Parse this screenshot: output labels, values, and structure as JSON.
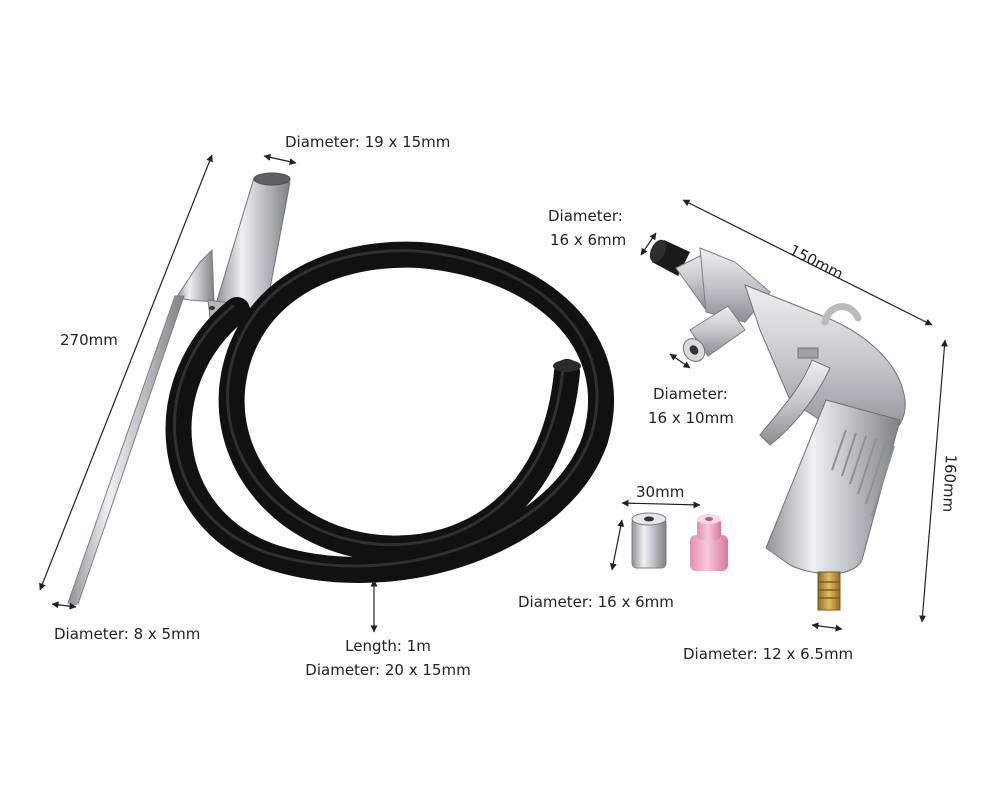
{
  "labels": {
    "probe_top_diameter": "Diameter: 19 x 15mm",
    "probe_length": "270mm",
    "probe_tip_diameter": "Diameter: 8 x 5mm",
    "hose_length": "Length: 1m",
    "hose_diameter": "Diameter: 20 x 15mm",
    "gun_nozzle_line1": "Diameter:",
    "gun_nozzle_line2": "16 x 6mm",
    "gun_width": "150mm",
    "gun_inlet_line1": "Diameter:",
    "gun_inlet_line2": "16 x 10mm",
    "gun_height": "160mm",
    "nozzle_width": "30mm",
    "nozzles_diameter": "Diameter: 16 x 6mm",
    "fitting_diameter": "Diameter: 12 x 6.5mm"
  },
  "colors": {
    "hose": "#111111",
    "metal": "#c9ccd0",
    "ceramic_nozzle": "#f0a9c4",
    "brass": "#c9a045",
    "arrow": "#222222"
  },
  "icons": {
    "probe": "sand-pickup-probe",
    "hose": "black-hose",
    "gun": "sandblast-gun",
    "nozzle_steel": "steel-nozzle",
    "nozzle_ceramic": "ceramic-nozzle"
  }
}
